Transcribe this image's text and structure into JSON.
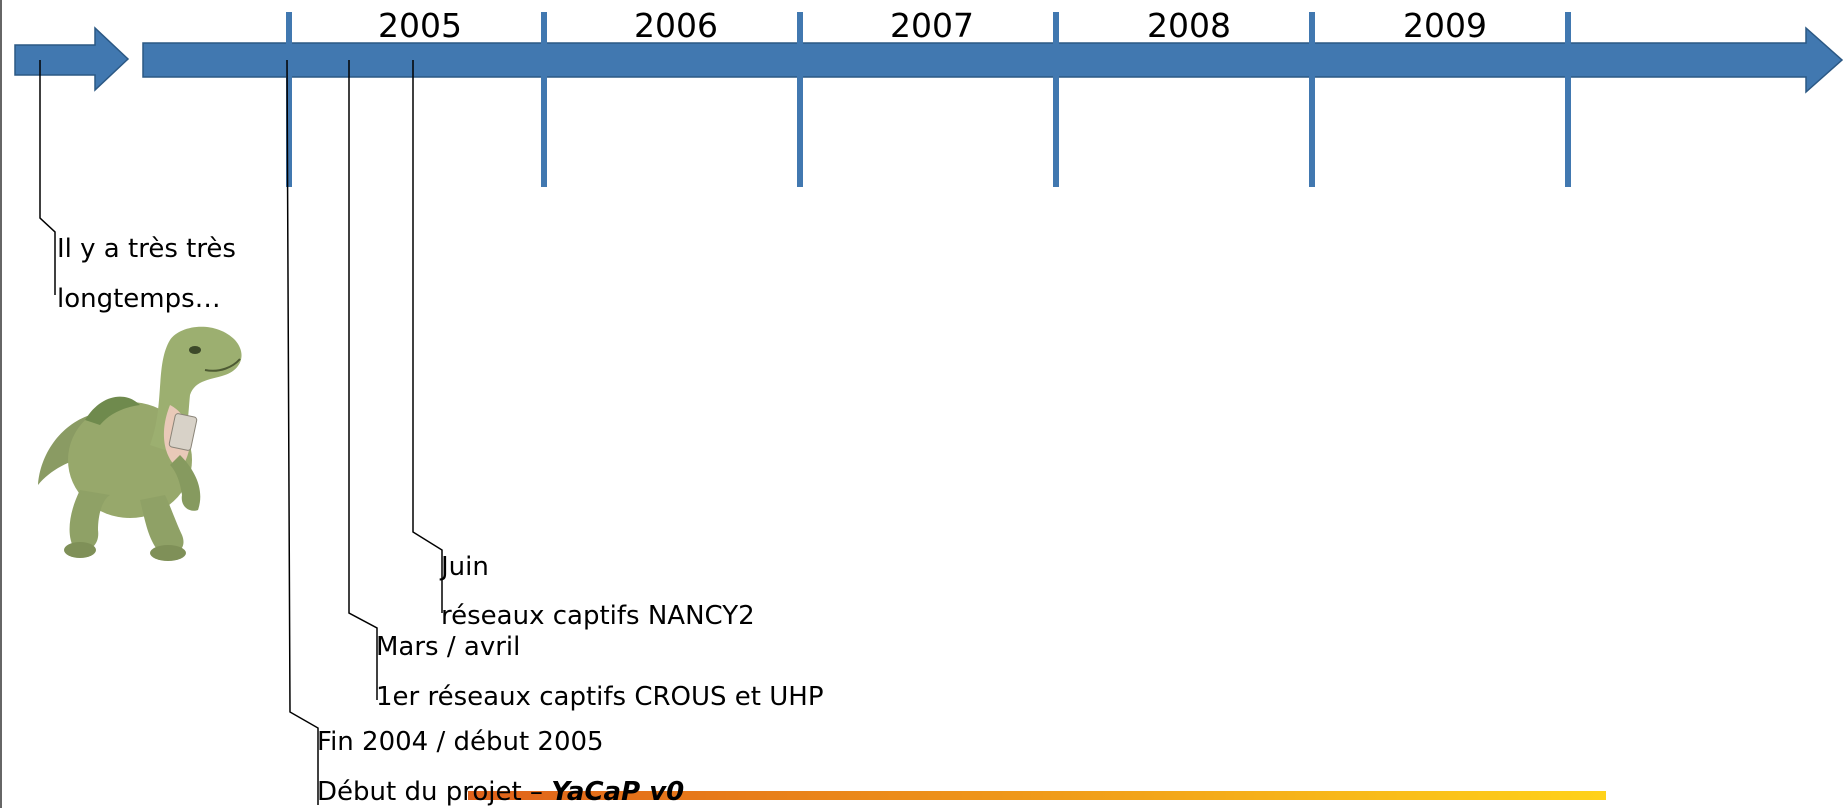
{
  "timeline": {
    "years": [
      "2005",
      "2006",
      "2007",
      "2008",
      "2009"
    ],
    "accent_color": "#4178b0",
    "footer_gradient": [
      "#e0621a",
      "#ffd21a"
    ]
  },
  "events": {
    "longtemps": {
      "line1": "Il y a très très",
      "line2": "longtemps…"
    },
    "juin": {
      "line1": "Juin",
      "line2": "réseaux captifs NANCY2"
    },
    "mars": {
      "line1": "Mars / avril",
      "line2": "1er réseaux captifs CROUS et UHP"
    },
    "fin2004": {
      "line1": "Fin 2004 / début 2005",
      "line2_prefix": "Début du projet – ",
      "line2_emph": "YaCaP v0"
    }
  },
  "image": {
    "icon": "plush-dinosaur"
  }
}
